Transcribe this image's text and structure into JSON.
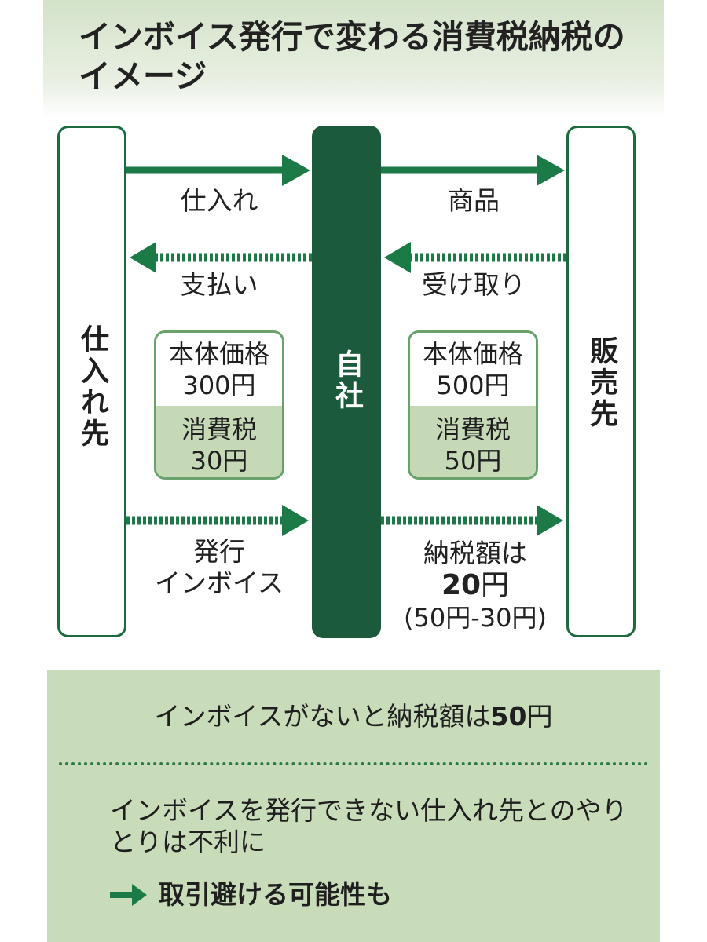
{
  "title": "インボイス発行で変わる消費税納税のイメージ",
  "entities": {
    "supplier": "仕入れ先",
    "self": "自社",
    "customer": "販売先"
  },
  "flows": {
    "purchase_label": "仕入れ",
    "goods_label": "商品",
    "payment_label": "支払い",
    "receipt_label": "受け取り",
    "invoice_issue_line1": "発行",
    "invoice_issue_line2": "インボイス"
  },
  "purchase_price": {
    "base_label": "本体価格",
    "base_value": "300円",
    "tax_label": "消費税",
    "tax_value": "30円"
  },
  "sale_price": {
    "base_label": "本体価格",
    "base_value": "500円",
    "tax_label": "消費税",
    "tax_value": "50円"
  },
  "tax_payment": {
    "label": "納税額は",
    "amount_number": "20",
    "amount_unit": "円",
    "calculation": "(50円-30円)"
  },
  "notes": {
    "no_invoice_prefix": "インボイスがないと納税額は",
    "no_invoice_number": "50",
    "no_invoice_unit": "円",
    "disadvantage": "インボイスを発行できない仕入れ先とのやりとりは不利に",
    "consequence": "取引避ける可能性も"
  },
  "colors": {
    "dark_green": "#1b5a3a",
    "arrow_green": "#1b7a45",
    "light_green": "#c9dcb9"
  }
}
